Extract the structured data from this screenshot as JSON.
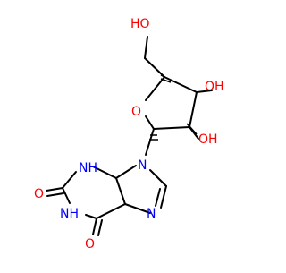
{
  "molecule": {
    "atoms": {
      "ho_top": "HO",
      "oh_right": "OH",
      "o_ring": "O",
      "oh_bottom": "OH",
      "n9": "N",
      "nh3": "NH",
      "o_c2": "O",
      "nh1": "NH",
      "o_c6": "O",
      "n7": "N"
    },
    "colors": {
      "bond": "#000000",
      "oxygen": "#ff0000",
      "nitrogen": "#0000ff",
      "background": "#ffffff"
    }
  }
}
